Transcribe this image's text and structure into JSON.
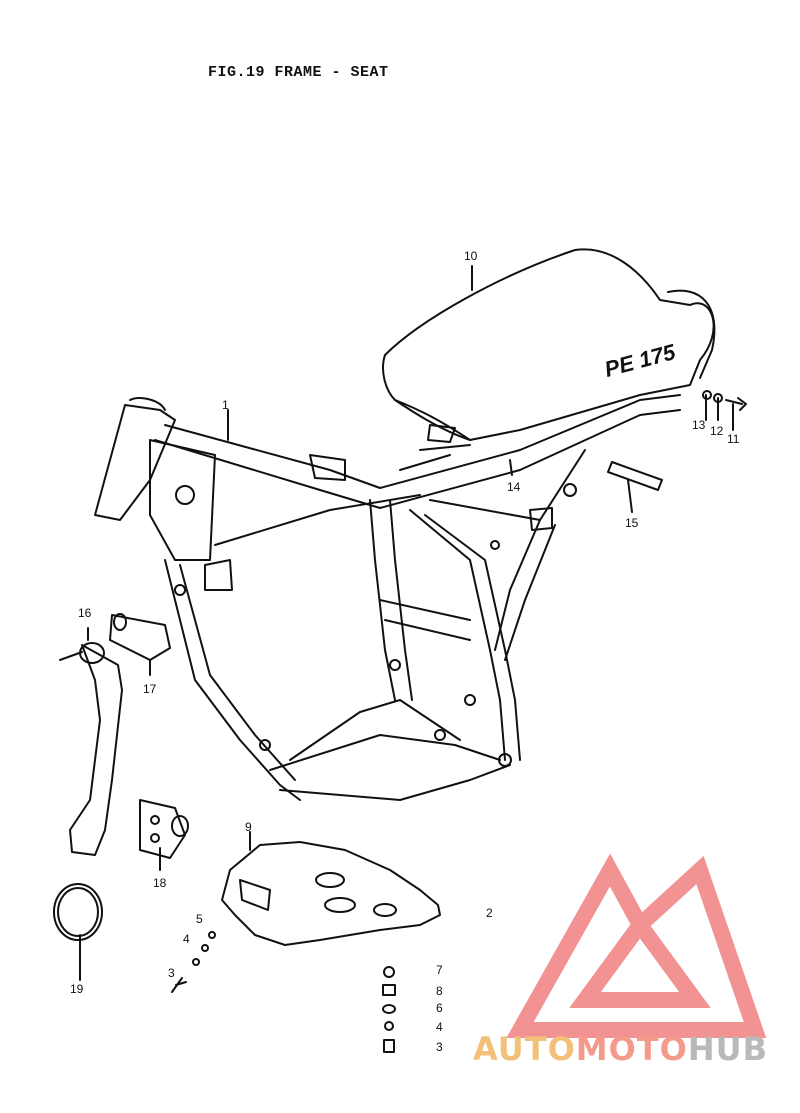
{
  "title": "FIG.19  FRAME - SEAT",
  "seat_badge": "PE 175",
  "callouts": [
    {
      "id": "1",
      "label": "1"
    },
    {
      "id": "2",
      "label": "2"
    },
    {
      "id": "3a",
      "label": "3"
    },
    {
      "id": "4a",
      "label": "4"
    },
    {
      "id": "5a",
      "label": "5"
    },
    {
      "id": "3b",
      "label": "3"
    },
    {
      "id": "4b",
      "label": "4"
    },
    {
      "id": "6",
      "label": "6"
    },
    {
      "id": "7",
      "label": "7"
    },
    {
      "id": "8",
      "label": "8"
    },
    {
      "id": "9",
      "label": "9"
    },
    {
      "id": "10",
      "label": "10"
    },
    {
      "id": "11",
      "label": "11"
    },
    {
      "id": "12",
      "label": "12"
    },
    {
      "id": "13",
      "label": "13"
    },
    {
      "id": "14",
      "label": "14"
    },
    {
      "id": "15",
      "label": "15"
    },
    {
      "id": "16",
      "label": "16"
    },
    {
      "id": "17",
      "label": "17"
    },
    {
      "id": "18",
      "label": "18"
    },
    {
      "id": "19",
      "label": "19"
    }
  ],
  "watermark": {
    "part1": "AUTO",
    "part2": "MOTO",
    "part3": "HUB"
  },
  "colors": {
    "line": "#111111",
    "wm_auto": "#f3c07a",
    "wm_moto": "#f39a8a",
    "wm_hub": "#b9b9b9",
    "wm_logo": "#f08080"
  }
}
